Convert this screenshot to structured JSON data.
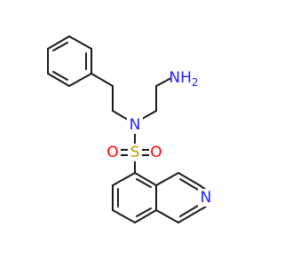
{
  "colors": {
    "bond": "#1a1a1a",
    "nitrogen": "#2020ff",
    "sulfur": "#b8a000",
    "oxygen": "#ff0000"
  },
  "atoms": {
    "amine": "NH2",
    "amine_main": "NH",
    "amine_sub": "2",
    "sulfonamide_n": "N",
    "sulfur": "S",
    "oxygen_left": "O",
    "oxygen_right": "O",
    "ring_n": "N"
  }
}
